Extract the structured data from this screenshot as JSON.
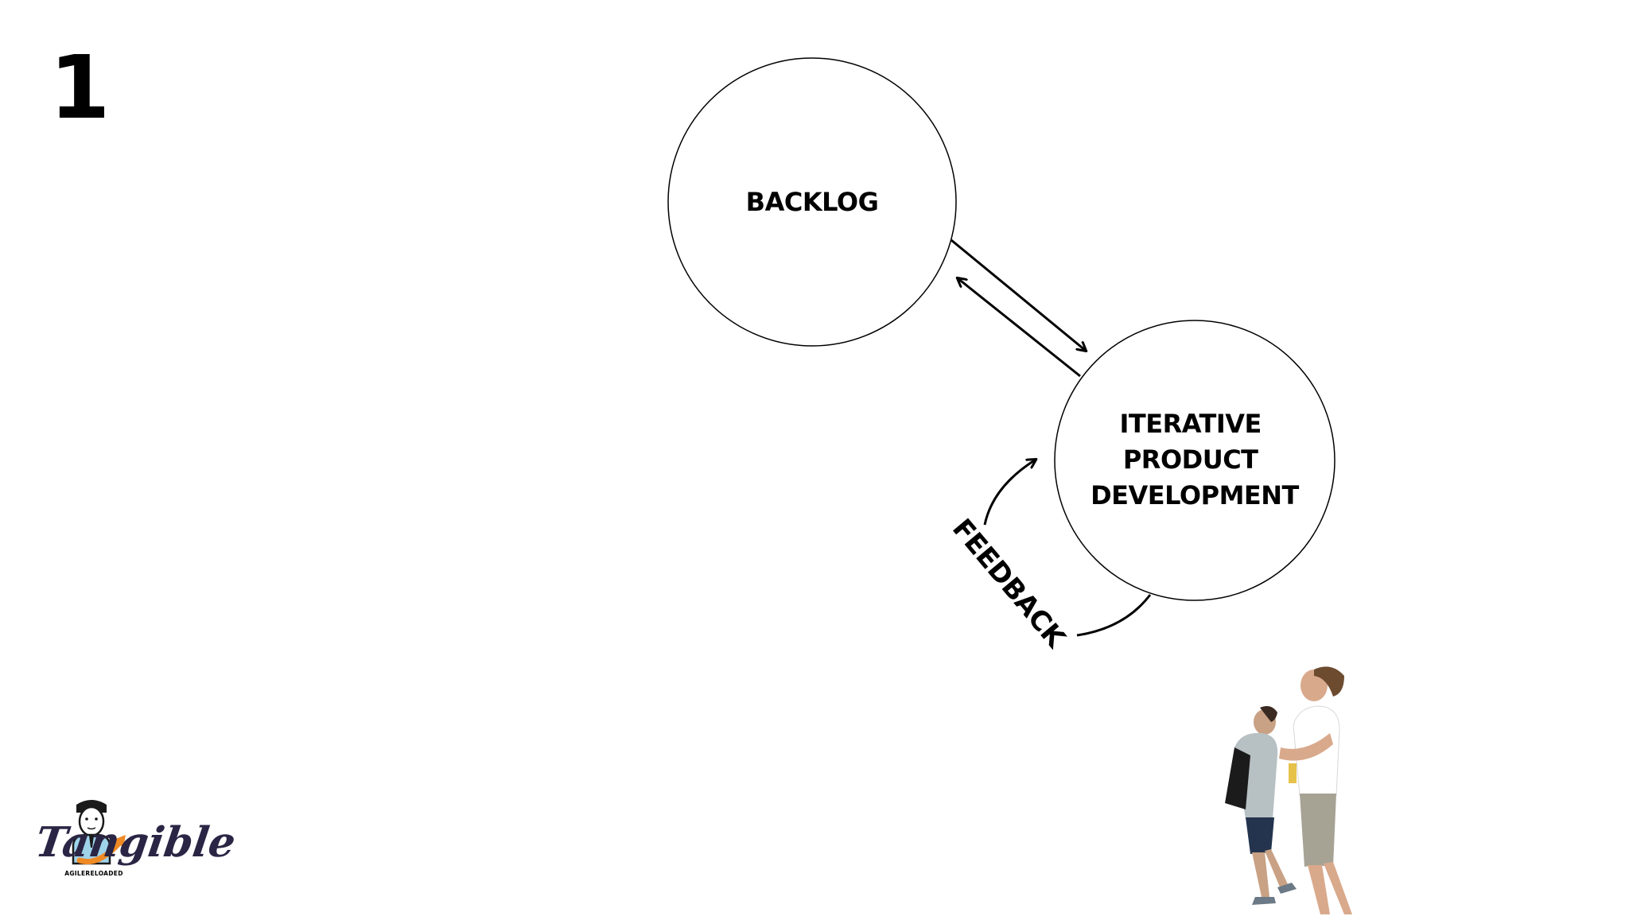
{
  "slide": {
    "number": "1"
  },
  "diagram": {
    "nodes": [
      {
        "id": "backlog",
        "lines": [
          "BACKLOG"
        ]
      },
      {
        "id": "iterative-product-development",
        "lines": [
          "ITERATIVE",
          "PRODUCT",
          "DEVELOPMENT"
        ]
      }
    ],
    "edges": [
      {
        "from": "backlog",
        "to": "iterative-product-development",
        "style": "arrow"
      },
      {
        "from": "iterative-product-development",
        "to": "backlog",
        "style": "arrow"
      },
      {
        "from": "iterative-product-development",
        "to": "iterative-product-development",
        "style": "curved-loop",
        "label": "FEEDBACK"
      }
    ]
  },
  "branding": {
    "agile_logo_text": "AGILERELOADED",
    "tangible_logo_text": "Tangible"
  },
  "colors": {
    "background": "#ffffff",
    "ink": "#000000",
    "accent_orange": "#f08a24",
    "accent_blue": "#9fd3ea",
    "brand_navy": "#2b2545"
  },
  "icons": [
    "agilereloaded-mascot-icon",
    "people-looking-up-illustration"
  ]
}
